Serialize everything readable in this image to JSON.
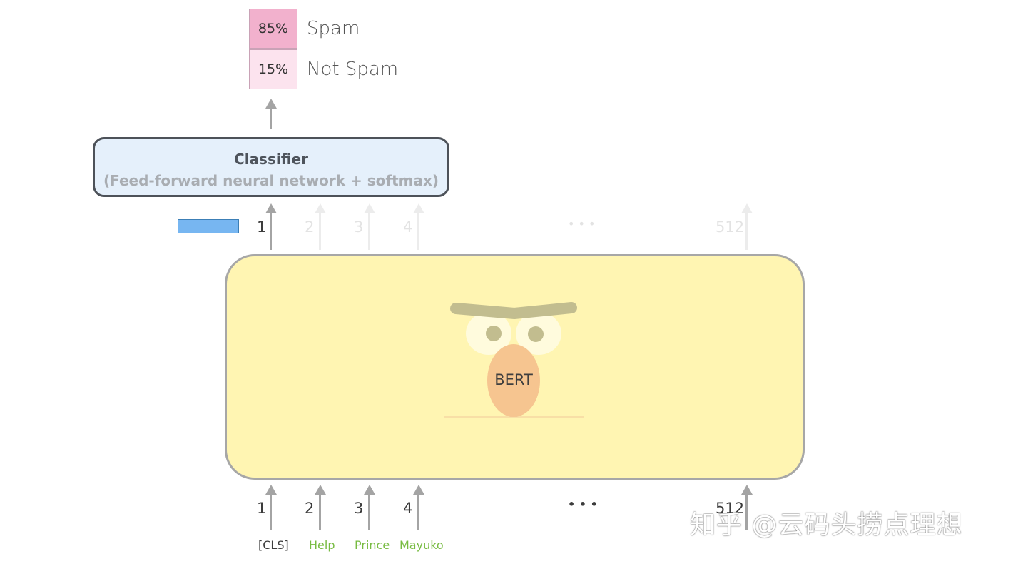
{
  "output": {
    "rows": [
      {
        "value": "85%",
        "label": "Spam",
        "color": "#f2b1cd"
      },
      {
        "value": "15%",
        "label": "Not Spam",
        "color": "#fce3ee"
      }
    ]
  },
  "classifier": {
    "title": "Classifier",
    "subtitle": "(Feed-forward neural network + softmax)"
  },
  "output_positions": [
    "1",
    "2",
    "3",
    "4",
    "• • •",
    "512"
  ],
  "model": {
    "name": "BERT"
  },
  "input_positions": [
    "1",
    "2",
    "3",
    "4",
    "• • •",
    "512"
  ],
  "input_tokens": [
    "[CLS]",
    "Help",
    "Prince",
    "Mayuko"
  ],
  "colors": {
    "bert_fill": "#fff5b2",
    "classifier_fill": "#e5f0fb",
    "vector_fill": "#77b6f1",
    "token_green": "#77bb41"
  },
  "watermark": "知乎 @云码头捞点理想"
}
